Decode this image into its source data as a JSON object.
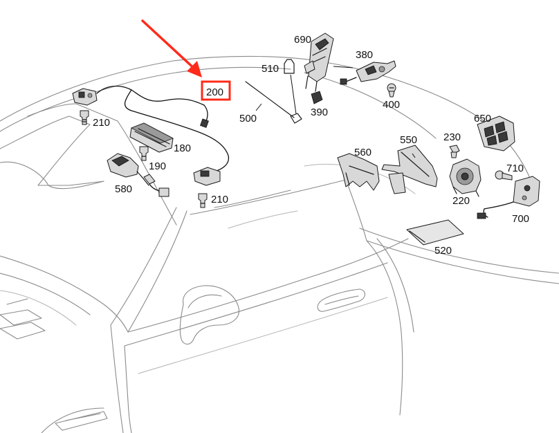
{
  "colors": {
    "highlight": "#ff2a1a",
    "arrow": "#ff2a1a",
    "part_line": "#1a1a1a",
    "car_outline": "#8a8a8a"
  },
  "highlighted_part": "200",
  "callouts": [
    {
      "id": "690",
      "label": "690"
    },
    {
      "id": "510",
      "label": "510"
    },
    {
      "id": "380",
      "label": "380"
    },
    {
      "id": "200",
      "label": "200"
    },
    {
      "id": "500",
      "label": "500"
    },
    {
      "id": "390",
      "label": "390"
    },
    {
      "id": "400",
      "label": "400"
    },
    {
      "id": "210a",
      "label": "210"
    },
    {
      "id": "180",
      "label": "180"
    },
    {
      "id": "190",
      "label": "190"
    },
    {
      "id": "580",
      "label": "580"
    },
    {
      "id": "210b",
      "label": "210"
    },
    {
      "id": "650",
      "label": "650"
    },
    {
      "id": "230",
      "label": "230"
    },
    {
      "id": "550",
      "label": "550"
    },
    {
      "id": "560",
      "label": "560"
    },
    {
      "id": "710",
      "label": "710"
    },
    {
      "id": "220",
      "label": "220"
    },
    {
      "id": "700",
      "label": "700"
    },
    {
      "id": "520",
      "label": "520"
    }
  ]
}
